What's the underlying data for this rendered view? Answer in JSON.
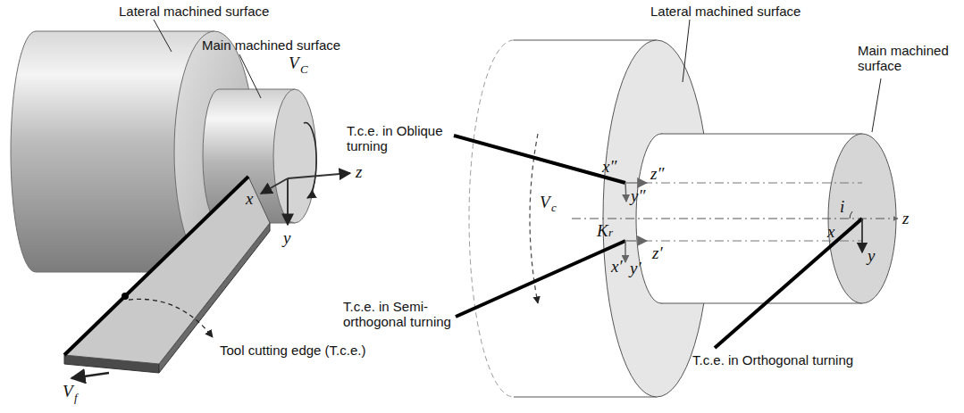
{
  "diagram": {
    "labels": [
      "Lateral machined surface",
      "Main machined surface",
      "V",
      "C",
      "z",
      "x",
      "y",
      "Tool cutting edge (T.c.e.)",
      "V",
      "f",
      "Lateral machined surface",
      "Main machined surface",
      "T.c.e. in Oblique turning",
      "x″",
      "y″",
      "z″",
      "V",
      "c",
      "K",
      "r",
      "x′",
      "y′",
      "z′",
      "T.c.e. in Semi-orthogonal turning",
      "i",
      "x",
      "y",
      "z",
      "T.c.e. in Orthogonal turning"
    ]
  }
}
